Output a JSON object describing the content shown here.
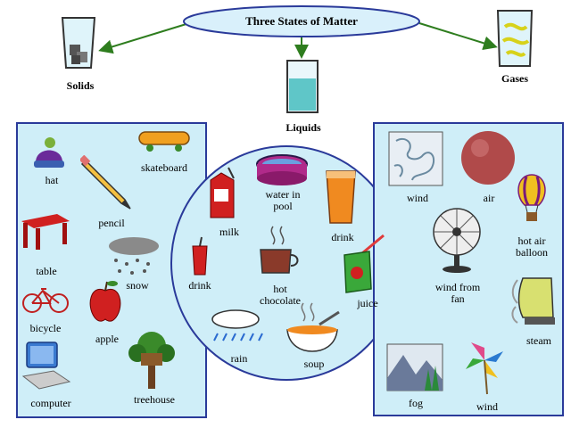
{
  "title": "Three States of Matter",
  "categories": {
    "solids": "Solids",
    "liquids": "Liquids",
    "gases": "Gases"
  },
  "solids": [
    "hat",
    "skateboard",
    "pencil",
    "table",
    "snow",
    "bicycle",
    "apple",
    "computer",
    "treehouse"
  ],
  "liquids": {
    "milk": "milk",
    "pool": "water in\npool",
    "drink_top": "drink",
    "drink": "drink",
    "hot_chocolate": "hot\nchocolate",
    "juice": "juice",
    "rain": "rain",
    "soup": "soup"
  },
  "gases": {
    "wind1": "wind",
    "air": "air",
    "balloon": "hot air\nballoon",
    "fan": "wind from\nfan",
    "steam": "steam",
    "fog": "fog",
    "wind2": "wind"
  },
  "colors": {
    "panel_bg": "#cfeef8",
    "panel_border": "#2a3a9a",
    "arrow": "#2e7d1e",
    "title_fill": "#d9f0fb"
  }
}
